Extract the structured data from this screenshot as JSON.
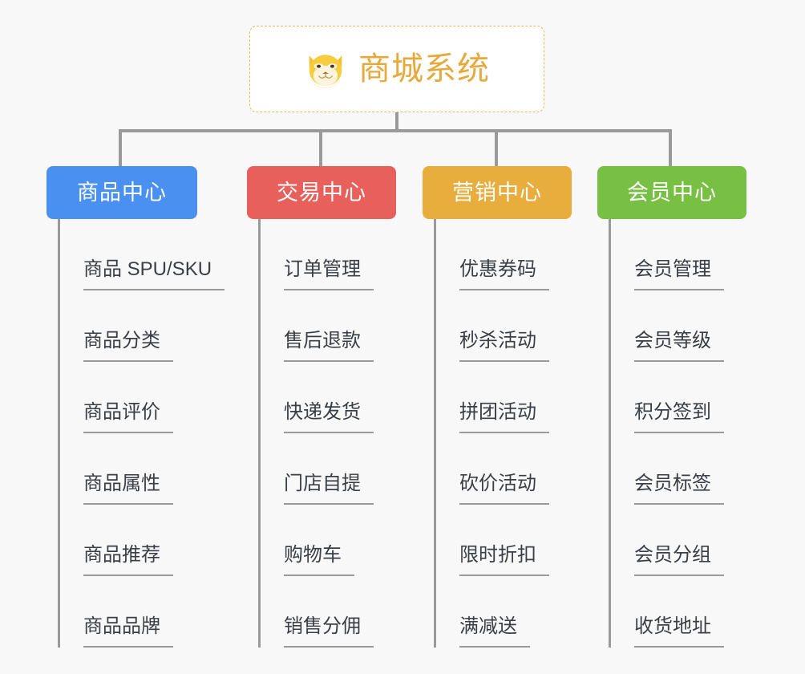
{
  "page": {
    "background_color": "#f8f8f8",
    "connector_color": "#9a9a9a"
  },
  "root": {
    "title": "商城系统",
    "icon": "shiba-dog-face-icon",
    "text_color": "#e5a93c",
    "border_color": "#e8b85c",
    "background_color": "#ffffff"
  },
  "branches": [
    {
      "title": "商品中心",
      "color": "#4a90f0",
      "items": [
        "商品 SPU/SKU",
        "商品分类",
        "商品评价",
        "商品属性",
        "商品推荐",
        "商品品牌"
      ]
    },
    {
      "title": "交易中心",
      "color": "#e8605c",
      "items": [
        "订单管理",
        "售后退款",
        "快递发货",
        "门店自提",
        "购物车",
        "销售分佣"
      ]
    },
    {
      "title": "营销中心",
      "color": "#e8ad3c",
      "items": [
        "优惠券码",
        "秒杀活动",
        "拼团活动",
        "砍价活动",
        "限时折扣",
        "满减送"
      ]
    },
    {
      "title": "会员中心",
      "color": "#78c043",
      "items": [
        "会员管理",
        "会员等级",
        "积分签到",
        "会员标签",
        "会员分组",
        "收货地址"
      ]
    }
  ]
}
